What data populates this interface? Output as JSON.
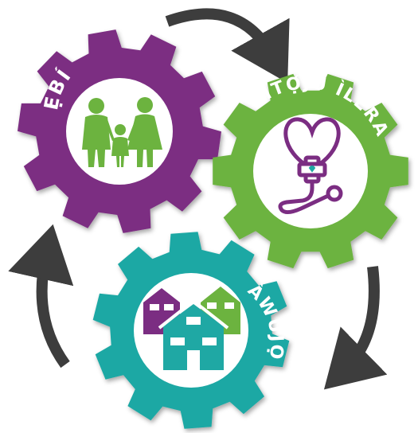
{
  "gears": [
    {
      "id": "family",
      "label": "ẸBÍ",
      "color": "#7b2d82",
      "icon": "family-icon"
    },
    {
      "id": "health",
      "label": "ÌTỌ́JÚ ÌLERA",
      "color": "#6cb33f",
      "icon": "stethoscope-heart-icon"
    },
    {
      "id": "community",
      "label": "ÀWÙJỌ",
      "color": "#1fa8a4",
      "icon": "houses-icon"
    }
  ],
  "arrow_color": "#3d3d3d",
  "icon_colors": {
    "family": "#6cb33f",
    "health": "#7b2d82",
    "community": "#1fa8a4"
  }
}
